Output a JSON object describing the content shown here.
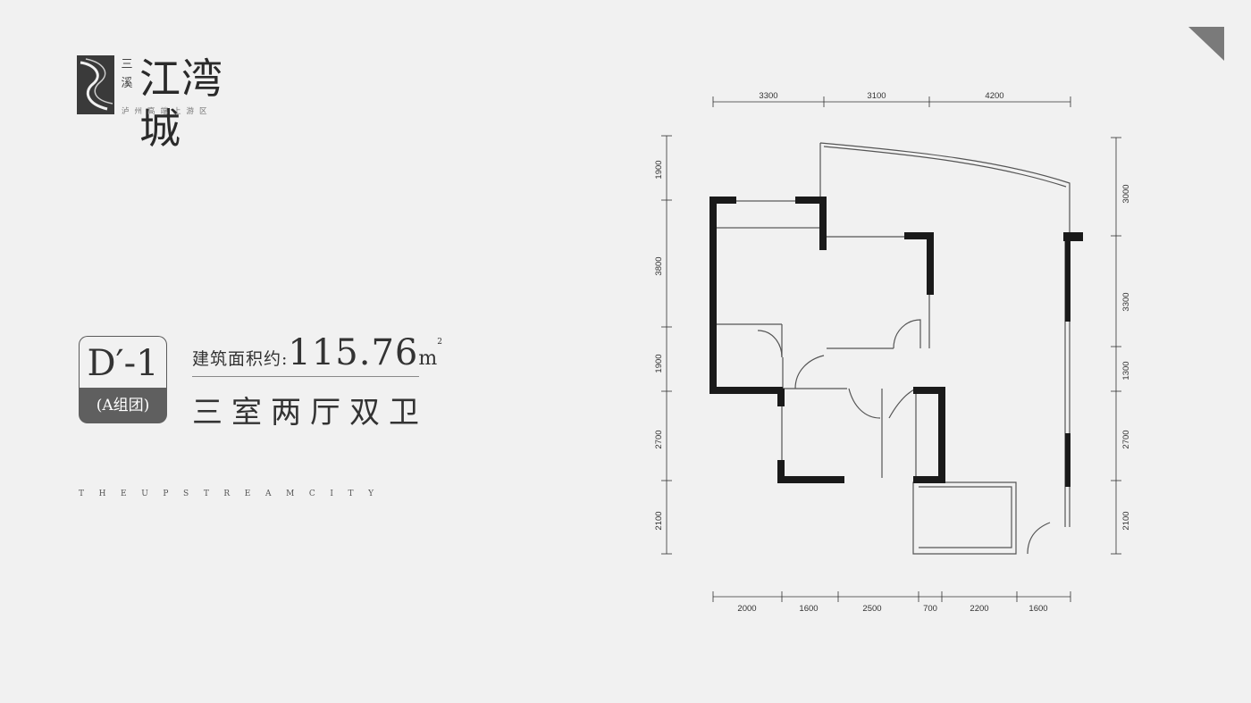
{
  "brand": {
    "prefix": "三溪",
    "name": "江湾城",
    "slogan": "泸州高端上游区"
  },
  "unit": {
    "code": "D′-1",
    "group": "(A组团)",
    "area_label": "建筑面积约:",
    "area_value": "115.76",
    "area_unit": "m",
    "area_sup": "2",
    "layout": "三室两厅双卫"
  },
  "tagline": "THEUPSTREAMCITY",
  "dimensions": {
    "top": [
      "3300",
      "3100",
      "4200"
    ],
    "bottom": [
      "2000",
      "1600",
      "2500",
      "700",
      "2200",
      "1600"
    ],
    "left": [
      "1900",
      "3800",
      "1900",
      "2700",
      "2100"
    ],
    "right": [
      "3000",
      "3300",
      "1300",
      "2700",
      "2100"
    ]
  },
  "colors": {
    "background": "#f1f1f1",
    "wall": "#1a1a1a",
    "badge": "#5f5f5f"
  }
}
